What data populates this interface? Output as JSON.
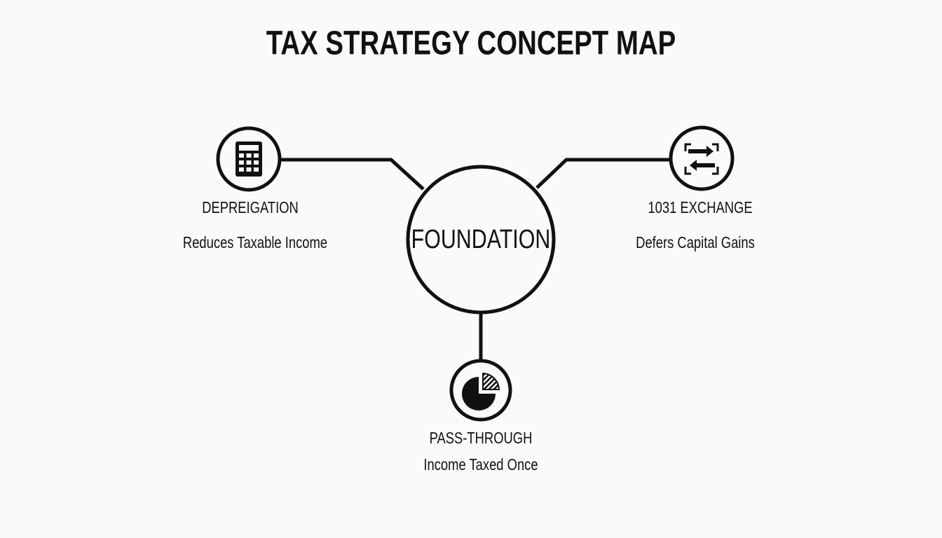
{
  "title": "TAX STRATEGY CONCEPT MAP",
  "center": {
    "label": "FOUNDATION"
  },
  "nodes": [
    {
      "label": "DEPREIGATION",
      "description": "Reduces Taxable Income",
      "icon": "calculator-icon"
    },
    {
      "label": "1031 EXCHANGE",
      "description": "Defers Capital Gains",
      "icon": "exchange-arrows-icon"
    },
    {
      "label": "PASS-THROUGH",
      "description": "Income Taxed Once",
      "icon": "pie-chart-icon"
    }
  ],
  "colors": {
    "stroke": "#111111",
    "background": "#fafaf9"
  }
}
